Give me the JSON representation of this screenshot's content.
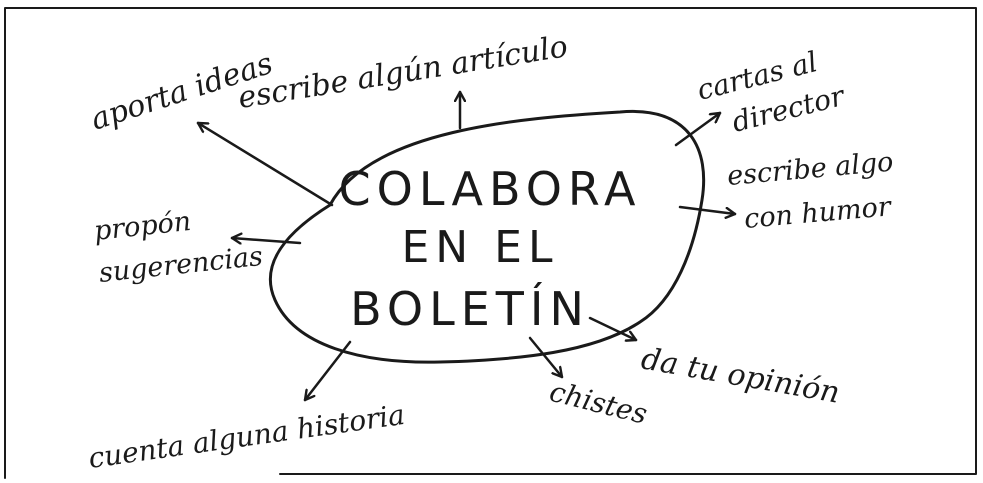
{
  "diagram": {
    "center_lines": [
      "COLABORA",
      "EN EL",
      "BOLETÍN"
    ],
    "branches": [
      {
        "id": "aporta-ideas",
        "lines": [
          "aporta ideas"
        ]
      },
      {
        "id": "escribe-articulo",
        "lines": [
          "escribe algún artículo"
        ]
      },
      {
        "id": "cartas-director",
        "lines": [
          "cartas al",
          "director"
        ]
      },
      {
        "id": "escribe-humor",
        "lines": [
          "escribe algo",
          "con humor"
        ]
      },
      {
        "id": "propon-sugerencias",
        "lines": [
          "propón",
          "sugerencias"
        ]
      },
      {
        "id": "da-opinion",
        "lines": [
          "da tu opinión"
        ]
      },
      {
        "id": "chistes",
        "lines": [
          "chistes"
        ]
      },
      {
        "id": "cuenta-historia",
        "lines": [
          "cuenta alguna historia"
        ]
      }
    ]
  },
  "colors": {
    "ink": "#1a1a1a",
    "paper": "#ffffff"
  }
}
